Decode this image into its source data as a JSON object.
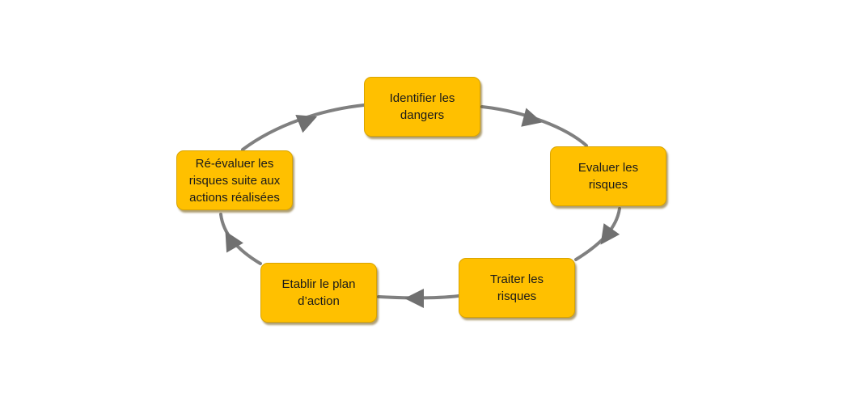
{
  "diagram": {
    "colors": {
      "box_fill": "#ffc000",
      "connector": "#808080",
      "text": "#1a1a1a"
    },
    "steps": [
      {
        "id": "identify",
        "label": "Identifier  les\ndangers"
      },
      {
        "id": "evaluate",
        "label": "Evaluer les\nrisques"
      },
      {
        "id": "treat",
        "label": "Traiter les\nrisques"
      },
      {
        "id": "plan",
        "label": "Etablir le plan\nd’action"
      },
      {
        "id": "reassess",
        "label": "Ré-évaluer  les\nrisques suite aux\nactions réalisées"
      }
    ],
    "flow": "clockwise"
  }
}
